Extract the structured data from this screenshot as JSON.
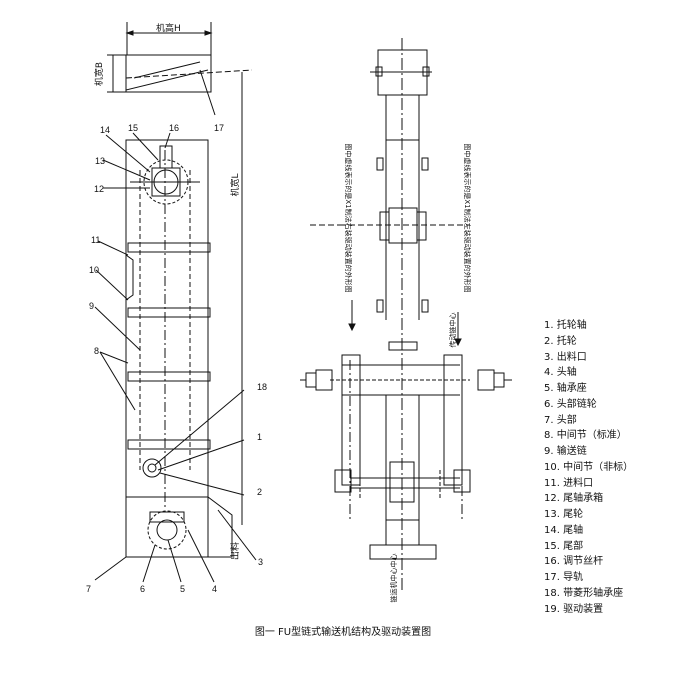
{
  "caption": "图一 FU型链式输送机结构及驱动装置图",
  "dimensions": {
    "height_label": "机高H",
    "width_label": "机宽B",
    "length_label": "机宽L",
    "outlet_label": "出料"
  },
  "notes": {
    "right_note": "图中虚线表示的是X1制法左装驱动装置的外形图",
    "left_note": "图中虚线表示的是X1制法右装驱动装置的外形图",
    "drive_center": "传动链中心",
    "conveyor_center": "链运机中心中心"
  },
  "callouts": [
    "14",
    "15",
    "16",
    "13",
    "12",
    "11",
    "10",
    "9",
    "8",
    "17",
    "18",
    "1",
    "2",
    "3",
    "4",
    "5",
    "6",
    "7"
  ],
  "legend": [
    "1. 托轮轴",
    "2. 托轮",
    "3. 出料口",
    "4. 头轴",
    "5. 轴承座",
    "6. 头部链轮",
    "7. 头部",
    "8. 中间节（标准）",
    "9. 输送链",
    "10. 中间节（非标）",
    "11. 进料口",
    "12. 尾轴承箱",
    "13. 尾轮",
    "14. 尾轴",
    "15. 尾部",
    "16. 调节丝杆",
    "17. 导轨",
    "18. 带菱形轴承座",
    "19. 驱动装置"
  ]
}
